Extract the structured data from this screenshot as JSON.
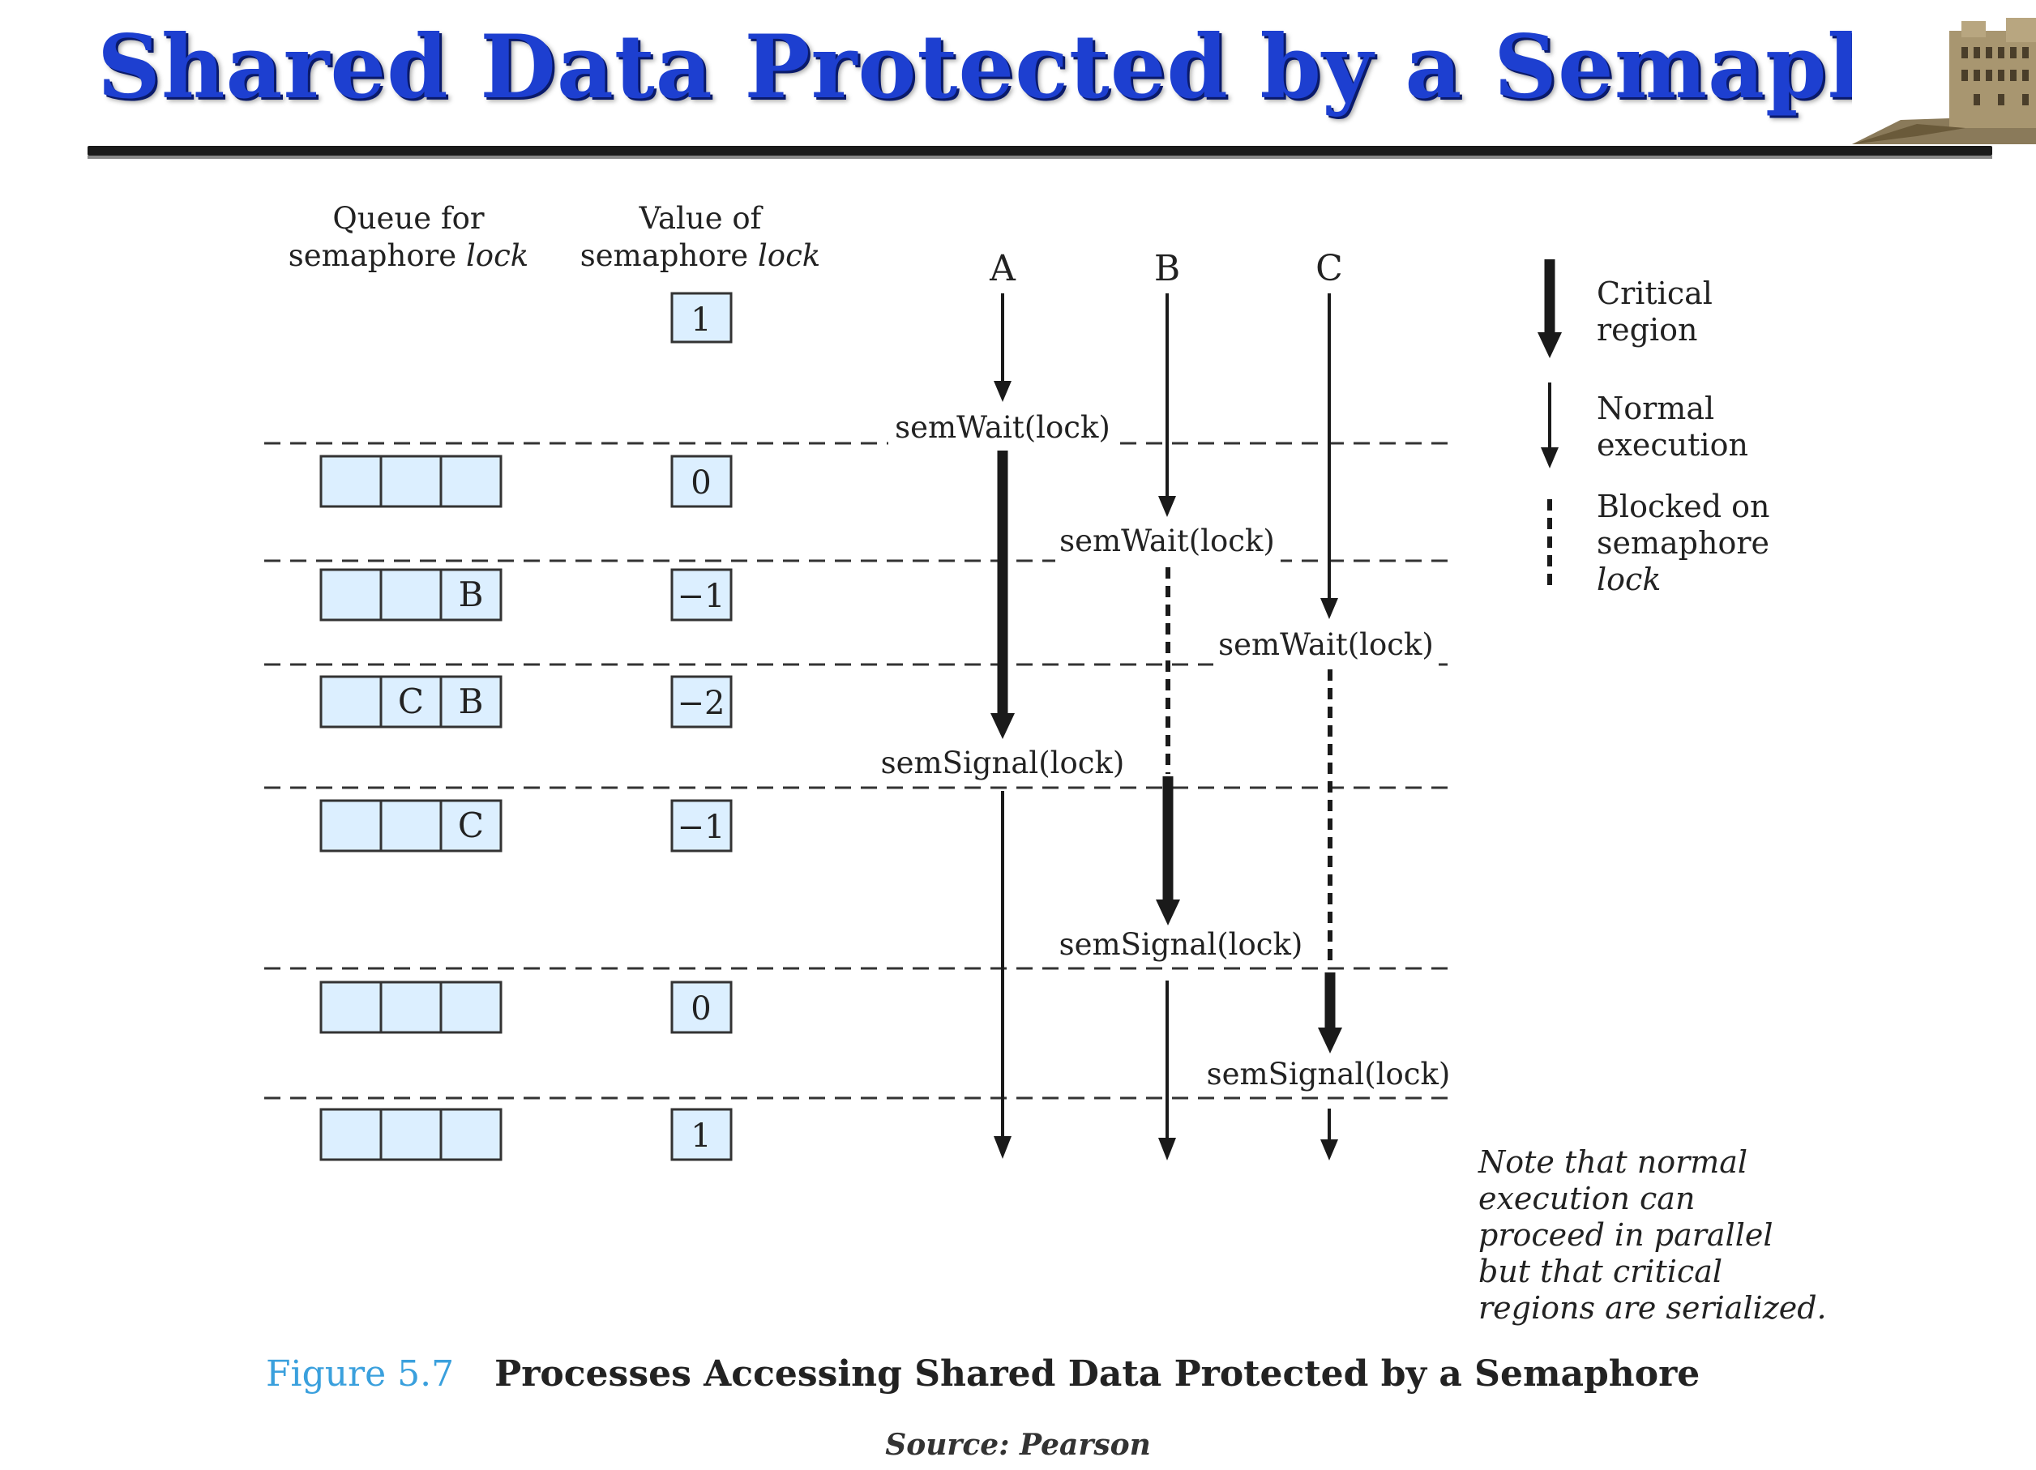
{
  "slide": {
    "title": "Shared Data Protected by a Semaphore",
    "source": "Source: Pearson"
  },
  "diagram": {
    "col_headers": {
      "queue_line1": "Queue for",
      "queue_line2_prefix": "semaphore ",
      "queue_line2_italic": "lock",
      "value_line1": "Value of",
      "value_line2_prefix": "semaphore ",
      "value_line2_italic": "lock"
    },
    "processes": [
      "A",
      "B",
      "C"
    ],
    "initial_value": "1",
    "rows": [
      {
        "queue": [
          "",
          "",
          ""
        ],
        "value": "0"
      },
      {
        "queue": [
          "",
          "",
          "B"
        ],
        "value": "−1"
      },
      {
        "queue": [
          "",
          "C",
          "B"
        ],
        "value": "−2"
      },
      {
        "queue": [
          "",
          "",
          "C"
        ],
        "value": "−1"
      },
      {
        "queue": [
          "",
          "",
          ""
        ],
        "value": "0"
      },
      {
        "queue": [
          "",
          "",
          ""
        ],
        "value": "1"
      }
    ],
    "events": [
      {
        "label": "semWait(lock)",
        "process": "A"
      },
      {
        "label": "semWait(lock)",
        "process": "B"
      },
      {
        "label": "semWait(lock)",
        "process": "C"
      },
      {
        "label": "semSignal(lock)",
        "process": "A"
      },
      {
        "label": "semSignal(lock)",
        "process": "B"
      },
      {
        "label": "semSignal(lock)",
        "process": "C"
      }
    ],
    "legend": {
      "critical_line1": "Critical",
      "critical_line2": "region",
      "normal_line1": "Normal",
      "normal_line2": "execution",
      "blocked_line1": "Blocked on",
      "blocked_line2": "semaphore",
      "blocked_line3": "lock"
    },
    "note_lines": [
      "Note that normal",
      "execution can",
      "proceed in parallel",
      "but that critical",
      "regions are serialized."
    ],
    "caption": {
      "number": "Figure 5.7",
      "title": "Processes Accessing Shared Data Protected by a Semaphore"
    },
    "colors": {
      "title": "#1d3fd0",
      "queue_cell": "#dcefff",
      "figure_number": "#3aa0dd"
    }
  }
}
